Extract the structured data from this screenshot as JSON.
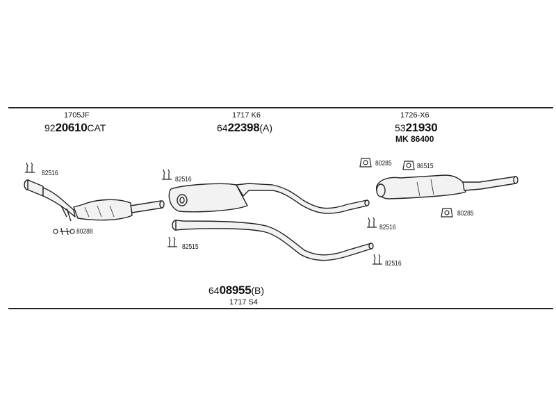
{
  "sections": {
    "front": {
      "code": "1705JF",
      "part_prefix": "92",
      "part_main": "20610",
      "part_suffix": "CAT",
      "clamp_ref": "82516",
      "gasket_ref": "80288"
    },
    "middle": {
      "code": "1717 K6",
      "part_prefix": "64",
      "part_main": "22398",
      "part_suffix": "(A)",
      "clamp_ref_top": "82516",
      "clamp_ref_left_low": "82515",
      "clamp_ref_right_upper": "82516",
      "clamp_ref_right_lower": "82516"
    },
    "middle_alt": {
      "part_prefix": "64",
      "part_main": "08955",
      "part_suffix": "(B)",
      "code": "1717 S4"
    },
    "rear": {
      "code": "1726-X6",
      "part_prefix": "53",
      "part_main": "21930",
      "kit_label": "MK  86400",
      "rubber_ref_top": "80285",
      "mount_ref": "86515",
      "rubber_ref_bottom": "80285"
    }
  },
  "colors": {
    "line": "#222222",
    "fill": "#f2f2f2"
  }
}
